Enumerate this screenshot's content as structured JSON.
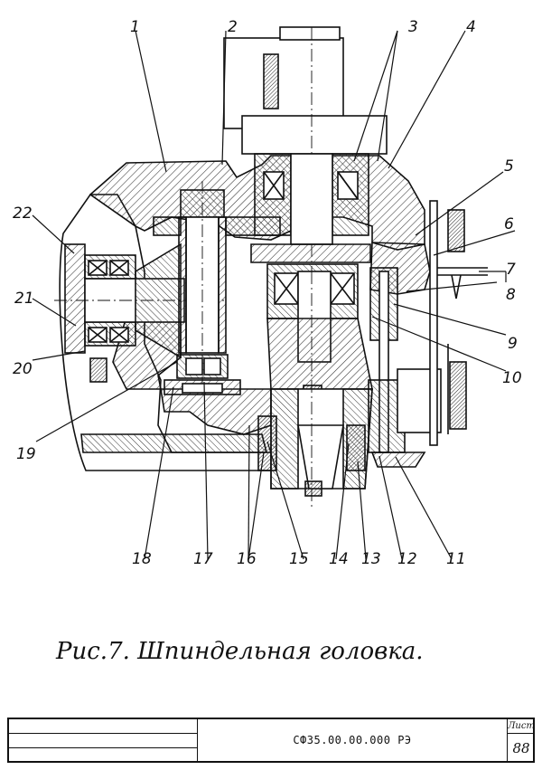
{
  "figure": {
    "caption": "Рис.7. Шпиндельная головка."
  },
  "callouts": [
    "1",
    "2",
    "3",
    "4",
    "5",
    "6",
    "7",
    "8",
    "9",
    "10",
    "11",
    "12",
    "13",
    "14",
    "15",
    "16",
    "17",
    "18",
    "19",
    "20",
    "21",
    "22"
  ],
  "title_block": {
    "document_code": "СФ35.00.00.000 РЭ",
    "sheet_label": "Лист",
    "sheet_number": "88"
  },
  "colors": {
    "ink": "#111111",
    "paper": "#ffffff",
    "hatch": "#333333"
  }
}
